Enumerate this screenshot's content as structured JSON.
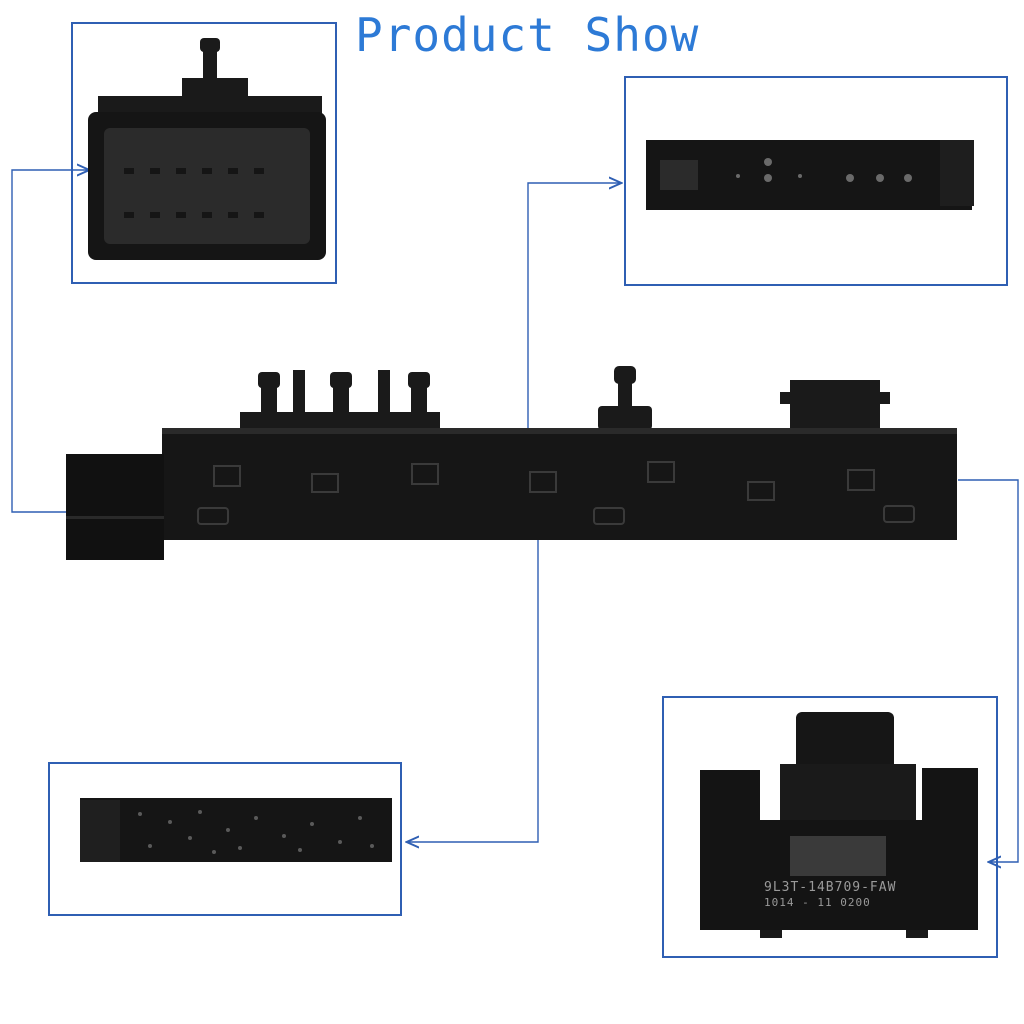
{
  "title": "Product Show",
  "colors": {
    "title": "#2d7ad6",
    "frame": "#2f5fb3",
    "connector_line": "#2f5fb3",
    "part_body": "#141414",
    "background": "#ffffff"
  },
  "part_label": {
    "line1": "9L3T-14B709-FAW",
    "line2": "1014 - 11 0200"
  }
}
